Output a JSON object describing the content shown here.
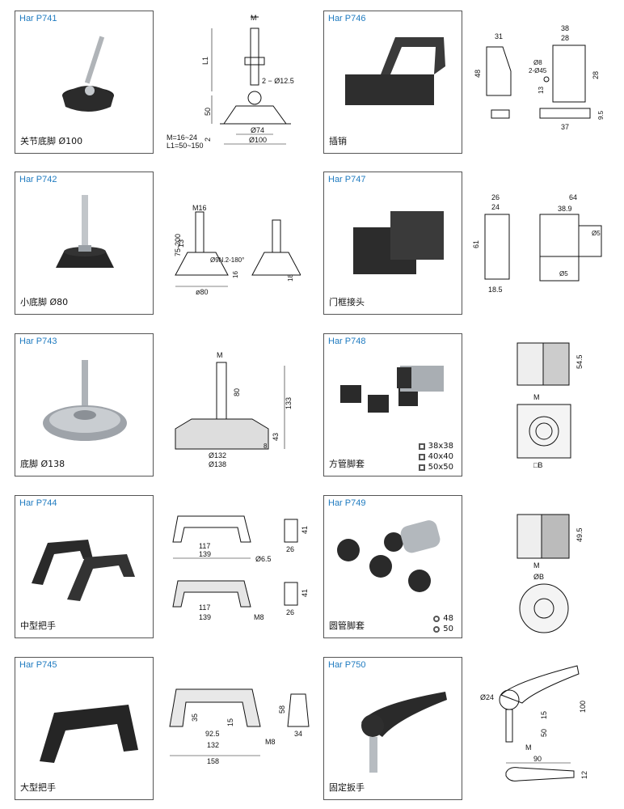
{
  "items": [
    {
      "code": "Har P741",
      "name": "关节底脚 Ø100",
      "dims": {
        "m": "M",
        "l1": "L1",
        "h50": "50",
        "h2": "2",
        "hole": "2 − Ø12.5",
        "d74": "Ø74",
        "d100": "Ø100",
        "note1": "M=16~24",
        "note2": "L1=50~150"
      }
    },
    {
      "code": "Har P742",
      "name": "小底脚 Ø80",
      "dims": {
        "m16": "M16",
        "h13": "13",
        "range": "75-200",
        "d9": "Ø9N.2-180°",
        "h16": "16",
        "h18": "18",
        "d80": "ø80"
      }
    },
    {
      "code": "Har P743",
      "name": "底脚 Ø138",
      "dims": {
        "m": "M",
        "h80": "80",
        "h133": "133",
        "h43": "43",
        "h8": "8",
        "d132": "Ø132",
        "d138": "Ø138"
      }
    },
    {
      "code": "Har P744",
      "name": "中型把手",
      "dims": {
        "w117a": "117",
        "w139a": "139",
        "d65": "Ø6.5",
        "h41a": "41",
        "w26a": "26",
        "w117b": "117",
        "w139b": "139",
        "m8": "M8",
        "h41b": "41",
        "w26b": "26"
      }
    },
    {
      "code": "Har P745",
      "name": "大型把手",
      "dims": {
        "h35": "35",
        "h15": "15",
        "w925": "92.5",
        "w132": "132",
        "w158": "158",
        "m8": "M8",
        "h58": "58",
        "w34": "34"
      }
    },
    {
      "code": "Har P746",
      "name": "插销",
      "dims": {
        "w31": "31",
        "w38": "38",
        "w28": "28",
        "h48": "48",
        "d8": "Ø8",
        "hole": "2-Ø45",
        "h13": "13",
        "h28": "28",
        "h95": "9.5",
        "w37": "37"
      }
    },
    {
      "code": "Har P747",
      "name": "门框接头",
      "dims": {
        "w26": "26",
        "w24": "24",
        "h61": "61",
        "w185": "18.5",
        "w64": "64",
        "w389": "38.9",
        "d5a": "Ø5",
        "d5b": "Ø5"
      }
    },
    {
      "code": "Har P748",
      "name": "方管脚套",
      "sizes": [
        "38x38",
        "40x40",
        "50x50"
      ],
      "dims": {
        "h545": "54.5",
        "m": "M",
        "sq": "□B"
      }
    },
    {
      "code": "Har P749",
      "name": "圆管脚套",
      "sizes": [
        "48",
        "50"
      ],
      "dims": {
        "h495": "49.5",
        "m": "M",
        "d": "ØB"
      }
    },
    {
      "code": "Har P750",
      "name": "固定扳手",
      "dims": {
        "d24": "Ø24",
        "h15": "15",
        "h50": "50",
        "h100": "100",
        "m": "M",
        "w90": "90",
        "h12": "12"
      }
    }
  ],
  "colors": {
    "code": "#1f7bc0",
    "border": "#555555",
    "part_dark": "#2b2b2b",
    "metal": "#a8adb3"
  }
}
